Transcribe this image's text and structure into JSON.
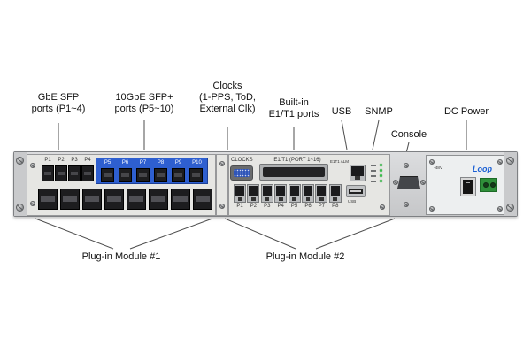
{
  "annotations": {
    "top": [
      {
        "id": "gbe-sfp",
        "text": "GbE SFP\nports (P1~4)"
      },
      {
        "id": "sfp-plus",
        "text": "10GbE SFP+\nports (P5~10)"
      },
      {
        "id": "clocks",
        "text": "Clocks\n(1-PPS, ToD,\nExternal Clk)"
      },
      {
        "id": "e1t1",
        "text": "Built-in\nE1/T1 ports"
      },
      {
        "id": "usb",
        "text": "USB"
      },
      {
        "id": "snmp",
        "text": "SNMP"
      },
      {
        "id": "console",
        "text": "Console"
      },
      {
        "id": "dc-power",
        "text": "DC Power"
      }
    ],
    "bottom": [
      {
        "id": "module1",
        "text": "Plug-in Module #1"
      },
      {
        "id": "module2",
        "text": "Plug-in Module #2"
      }
    ]
  },
  "device": {
    "module1": {
      "sfp_labels": [
        "P1",
        "P2",
        "P3",
        "P4"
      ],
      "sfpplus_labels": [
        "P5",
        "P6",
        "P7",
        "P8",
        "P9",
        "P10"
      ]
    },
    "module2": {
      "clocks_label": "CLOCKS",
      "e1t1_label": "E1/T1 (PORT 1~16)",
      "alm_label": "E1T1 ALM",
      "usb_label": "USB",
      "port_labels": [
        "P1",
        "P2",
        "P3",
        "P4",
        "P5",
        "P6",
        "P7",
        "P8"
      ]
    },
    "power": {
      "logo": "Loop",
      "voltage_label": "-48V"
    }
  },
  "colors": {
    "sfp_plus_panel_blue": "#2e5fd0",
    "logo_blue": "#1a5fd4",
    "terminal_green": "#2f8f3a",
    "chassis_gray": "#d6d7d8",
    "led_green": "#39c24a"
  }
}
